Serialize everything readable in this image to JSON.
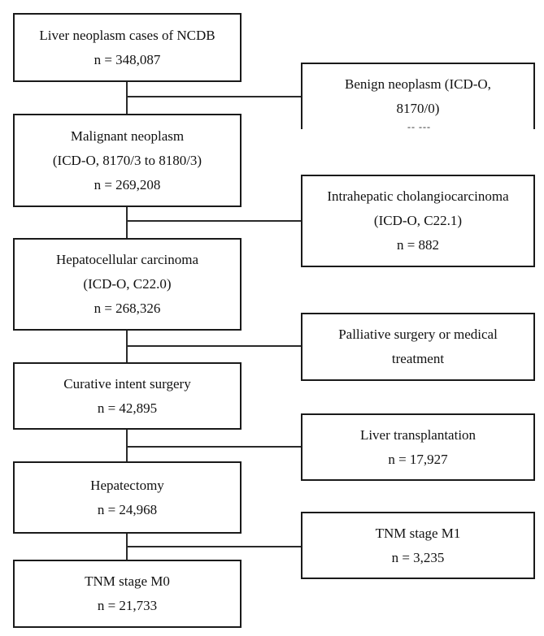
{
  "main_boxes": [
    {
      "lines": [
        "Liver neoplasm cases of NCDB",
        "n = 348,087"
      ]
    },
    {
      "lines": [
        "Malignant neoplasm",
        "(ICD-O, 8170/3 to 8180/3)",
        "n = 269,208"
      ]
    },
    {
      "lines": [
        "Hepatocellular carcinoma",
        "(ICD-O, C22.0)",
        "n = 268,326"
      ]
    },
    {
      "lines": [
        "Curative intent surgery",
        "n = 42,895"
      ]
    },
    {
      "lines": [
        "Hepatectomy",
        "n = 24,968"
      ]
    },
    {
      "lines": [
        "TNM stage M0",
        "n = 21,733"
      ]
    }
  ],
  "exclusion_boxes": [
    {
      "lines": [
        "Benign neoplasm (ICD-O,",
        "8170/0)"
      ],
      "trailing_mark": "-- ---"
    },
    {
      "lines": [
        "Intrahepatic cholangiocarcinoma",
        "(ICD-O, C22.1)",
        "n = 882"
      ]
    },
    {
      "lines": [
        "Palliative surgery or medical",
        "treatment"
      ]
    },
    {
      "lines": [
        "Liver transplantation",
        "n = 17,927"
      ]
    },
    {
      "lines": [
        "TNM stage M1",
        "n = 3,235"
      ]
    }
  ]
}
